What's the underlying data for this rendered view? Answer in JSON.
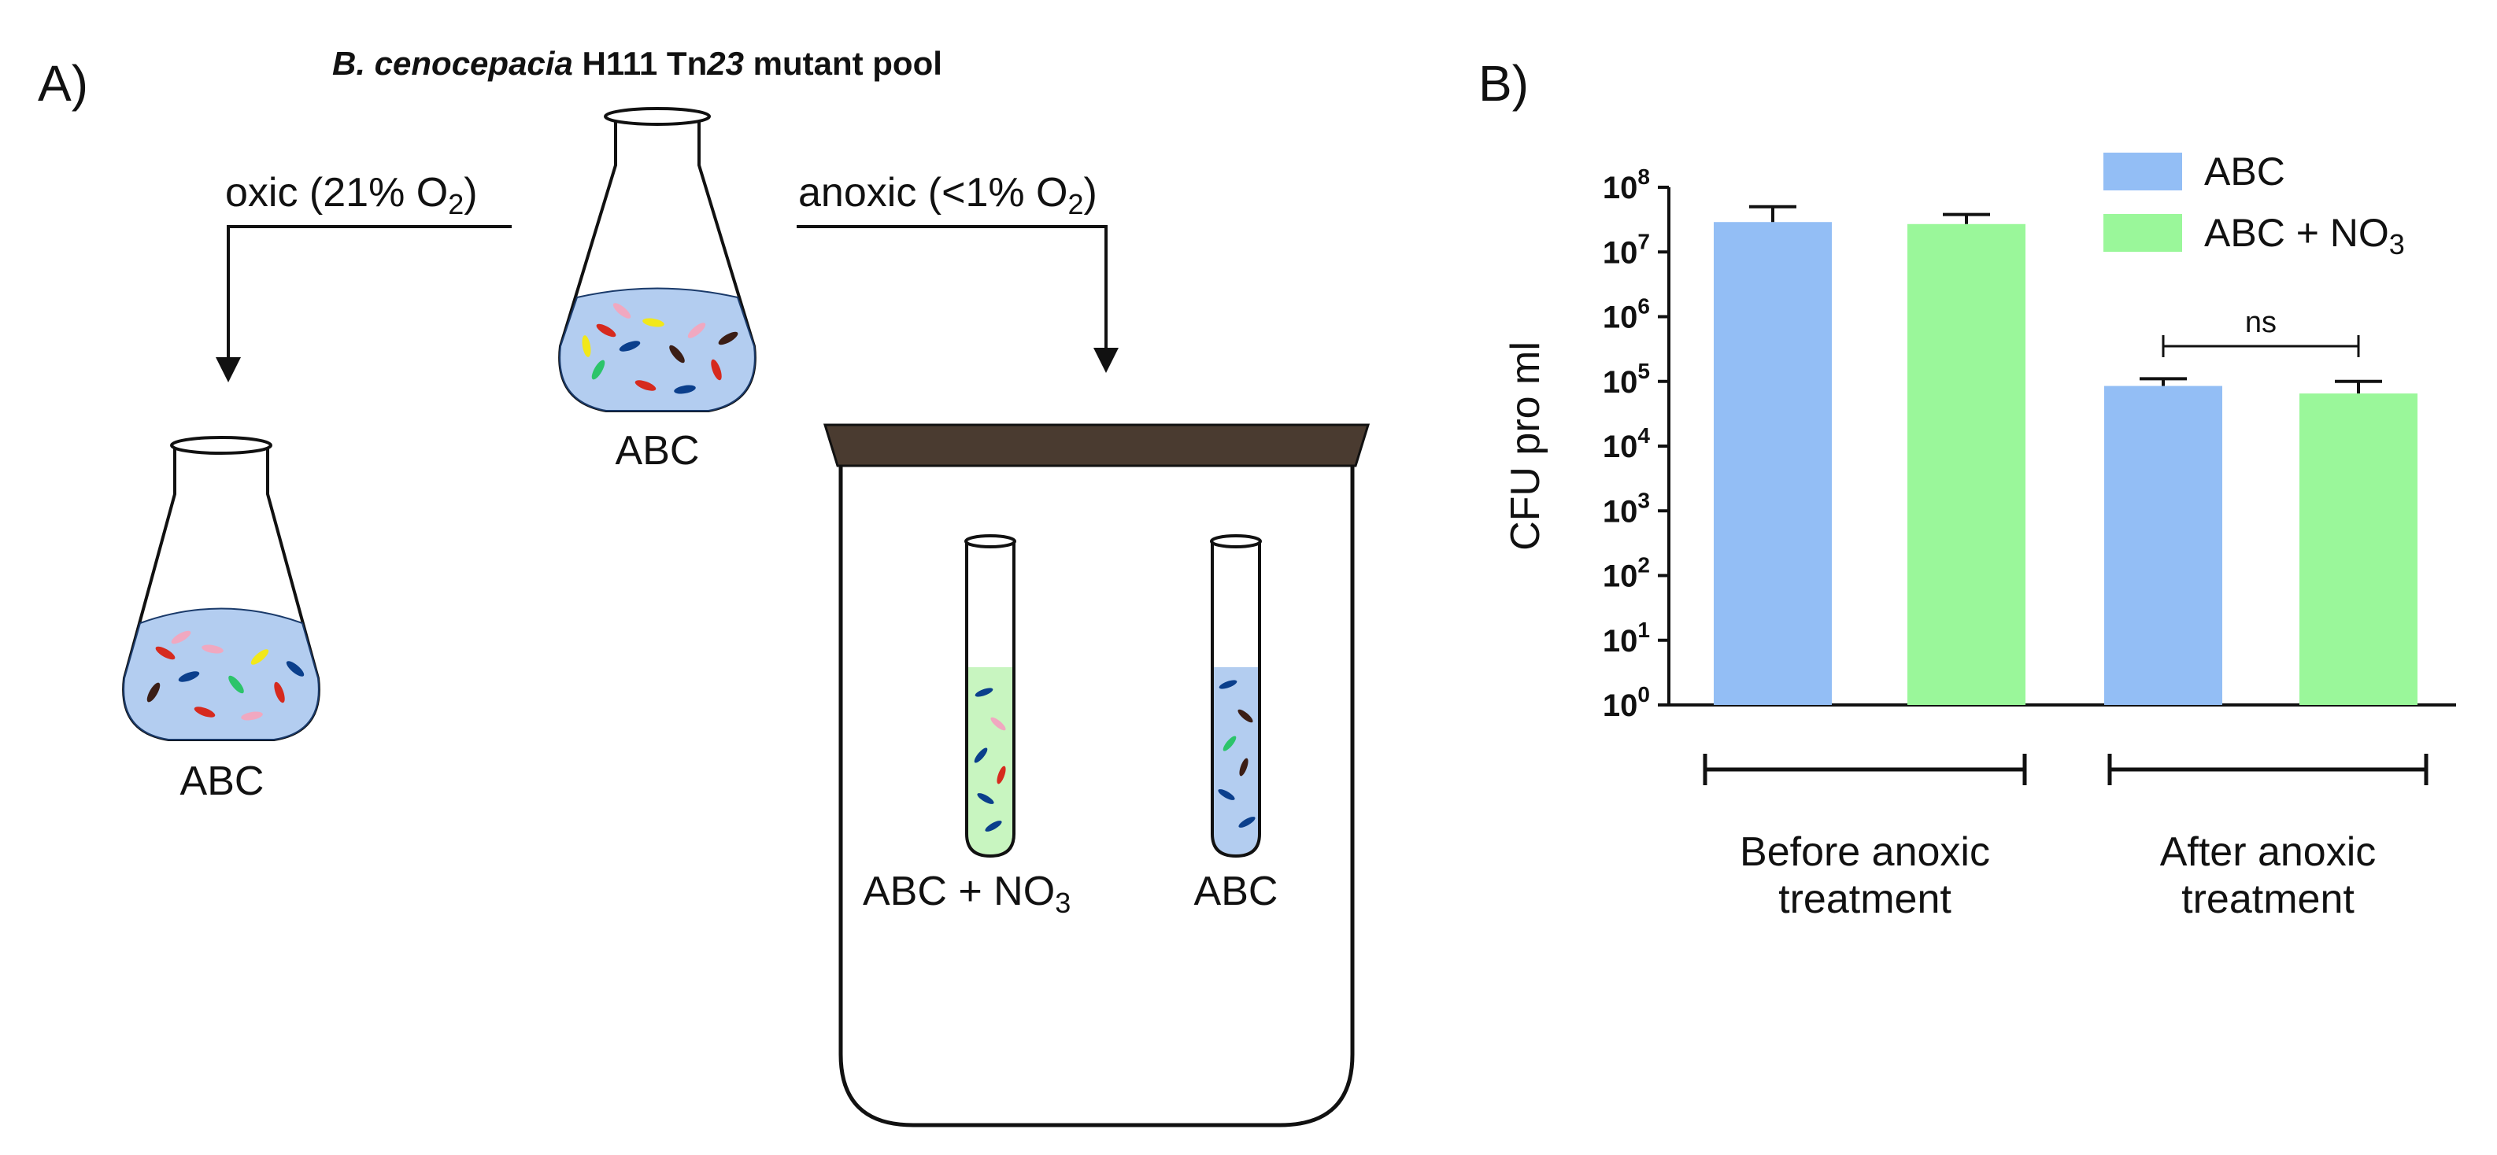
{
  "panel_a": {
    "label": "A)",
    "title_italic": "B. cenocepacia",
    "title_mid": " H111 Tn",
    "title_num": "23",
    "title_end": " mutant pool",
    "oxic_label": "oxic (21% O",
    "oxic_sub": "2",
    "oxic_close": ")",
    "anoxic_label": "anoxic (<1% O",
    "anoxic_sub": "2",
    "anoxic_close": ")",
    "center_flask_label": "ABC",
    "left_flask_label": "ABC",
    "tube1_label": "ABC + NO",
    "tube1_sub": "3",
    "tube2_label": "ABC",
    "colors": {
      "abc_medium": "#b3cdf0",
      "no3_medium": "#c8f5c0",
      "jar_lid": "#4a3b30"
    }
  },
  "panel_b": {
    "label": "B)"
  },
  "chart_data": {
    "type": "bar",
    "ylabel": "CFU pro ml",
    "yscale": "log",
    "ylim": [
      1,
      100000000
    ],
    "yticks": [
      {
        "base": "10",
        "exp": "0",
        "value": 1
      },
      {
        "base": "10",
        "exp": "1",
        "value": 10
      },
      {
        "base": "10",
        "exp": "2",
        "value": 100
      },
      {
        "base": "10",
        "exp": "3",
        "value": 1000
      },
      {
        "base": "10",
        "exp": "4",
        "value": 10000
      },
      {
        "base": "10",
        "exp": "5",
        "value": 100000
      },
      {
        "base": "10",
        "exp": "6",
        "value": 1000000
      },
      {
        "base": "10",
        "exp": "7",
        "value": 10000000
      },
      {
        "base": "10",
        "exp": "8",
        "value": 100000000
      }
    ],
    "groups": [
      {
        "line1": "Before anoxic",
        "line2": "treatment"
      },
      {
        "line1": "After anoxic",
        "line2": "treatment"
      }
    ],
    "series": [
      {
        "name": "ABC",
        "color": "#93bef5",
        "values": [
          29000000,
          85000
        ],
        "error_upper": [
          50000000,
          110000
        ]
      },
      {
        "name": "ABC + NO",
        "name_sub": "3",
        "color": "#9af79a",
        "values": [
          27000000,
          65000
        ],
        "error_upper": [
          38000000,
          100000
        ]
      }
    ],
    "annotation": {
      "text": "ns"
    },
    "legend_position": "top-right"
  }
}
